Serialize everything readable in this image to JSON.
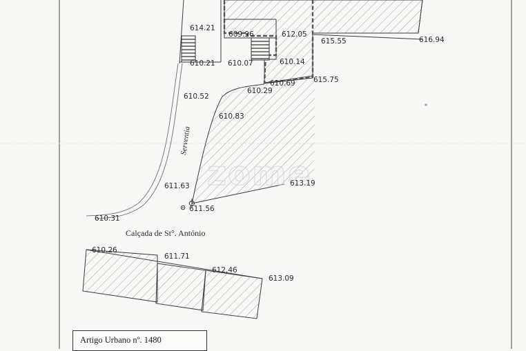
{
  "elevations": {
    "e_614_21": "614.21",
    "e_609_96": "609.96",
    "e_612_05": "612.05",
    "e_615_55": "615.55",
    "e_616_94": "616.94",
    "e_610_21": "610.21",
    "e_610_07": "610.07",
    "e_610_14": "610.14",
    "e_610_69": "610.69",
    "e_615_75": "615.75",
    "e_610_29": "610.29",
    "e_610_52": "610.52",
    "e_610_83": "610.83",
    "e_611_63": "611.63",
    "e_613_19": "613.19",
    "e_611_56": "611.56",
    "e_610_31": "610.31",
    "e_610_26": "610.26",
    "e_611_71": "611.71",
    "e_612_46": "612.46",
    "e_613_09": "613.09"
  },
  "labels": {
    "servientia": "Serventia",
    "street": "Calçada de St°. António"
  },
  "watermark": "zome",
  "artigo": "Artigo Urbano nº. 1480",
  "colors": {
    "line": "#3a3a3a",
    "dashed_boundary": "#555555",
    "hatch": "#9a9a9a",
    "watermark": "#cfd4d8"
  }
}
